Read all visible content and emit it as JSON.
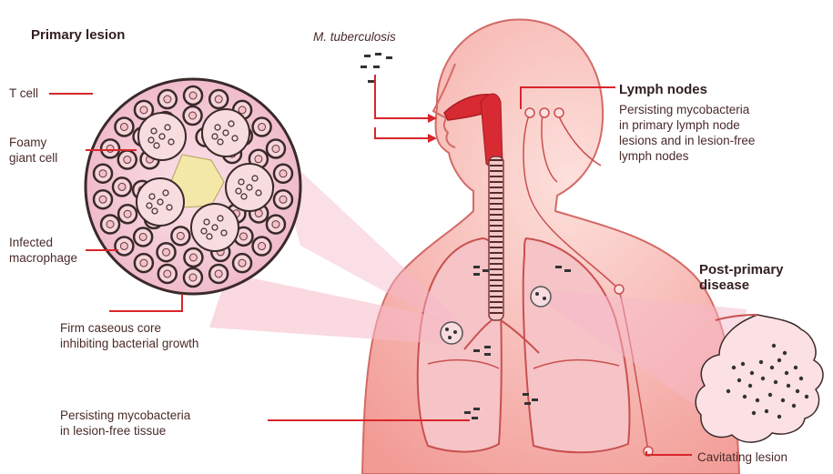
{
  "labels": {
    "primary_lesion": "Primary lesion",
    "m_tuberculosis": "M. tuberculosis",
    "t_cell": "T cell",
    "foamy_giant_cell": "Foamy\ngiant cell",
    "infected_macrophage": "Infected\nmacrophage",
    "firm_caseous_core": "Firm caseous core\ninhibiting bacterial growth",
    "persisting_tissue": "Persisting mycobacteria\nin lesion-free tissue",
    "lymph_nodes_title": "Lymph nodes",
    "lymph_nodes_desc": "Persisting mycobacteria\nin primary lymph node\nlesions and in lesion-free\nlymph nodes",
    "post_primary": "Post-primary\ndisease",
    "cavitating_lesion": "Cavitating lesion"
  },
  "colors": {
    "body_fill": "#f4a7a3",
    "outline": "#c9504f",
    "leader": "#d8262b",
    "lesion_fill": "#f0b8c8",
    "cell_fill": "#f7dce0",
    "core_fill": "#f3e8a8",
    "airway": "#d82a33"
  }
}
